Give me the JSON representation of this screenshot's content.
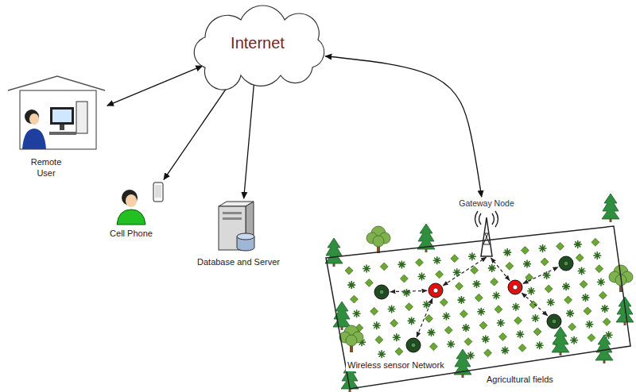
{
  "diagram": {
    "nodes": [
      {
        "text": [
          "Internet"
        ]
      },
      {
        "text": [
          "Remote User"
        ]
      },
      {
        "text": [
          "Cell Phone"
        ]
      },
      {
        "text": [
          "Database and Server"
        ]
      },
      {
        "text": [
          "Gateway Node"
        ]
      },
      {
        "text": [
          "Wireless sensor Network",
          "Agricultural fields"
        ]
      }
    ],
    "edges": [
      {
        "from": 0,
        "to": 1,
        "arrow": "both"
      },
      {
        "from": 0,
        "to": 2,
        "arrow": "both"
      },
      {
        "from": 0,
        "to": 3,
        "arrow": "both"
      },
      {
        "from": 0,
        "to": 4,
        "arrow": "both"
      }
    ]
  }
}
